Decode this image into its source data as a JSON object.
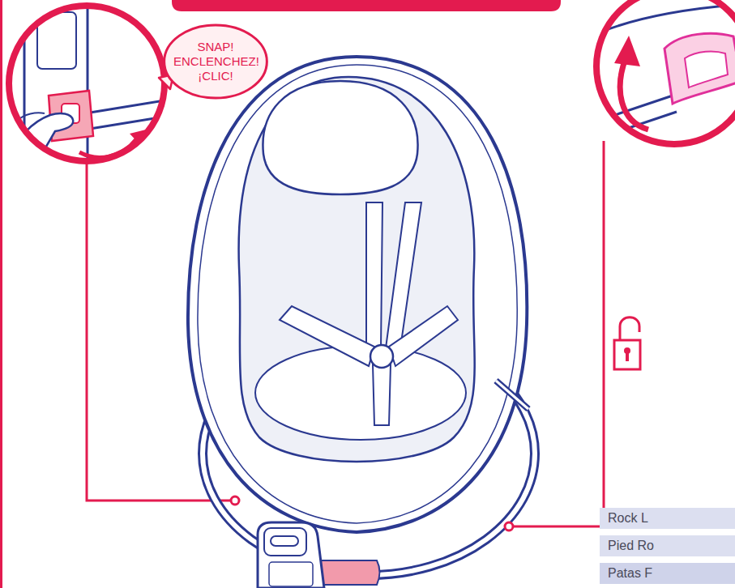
{
  "diagram": {
    "nodes": [
      {
        "text": [
          "SNAP! ENCLENCHEZ! ¡CLIC!"
        ]
      }
    ],
    "labels": [
      "Rock L",
      "Pied Ro",
      "Patas F"
    ]
  }
}
